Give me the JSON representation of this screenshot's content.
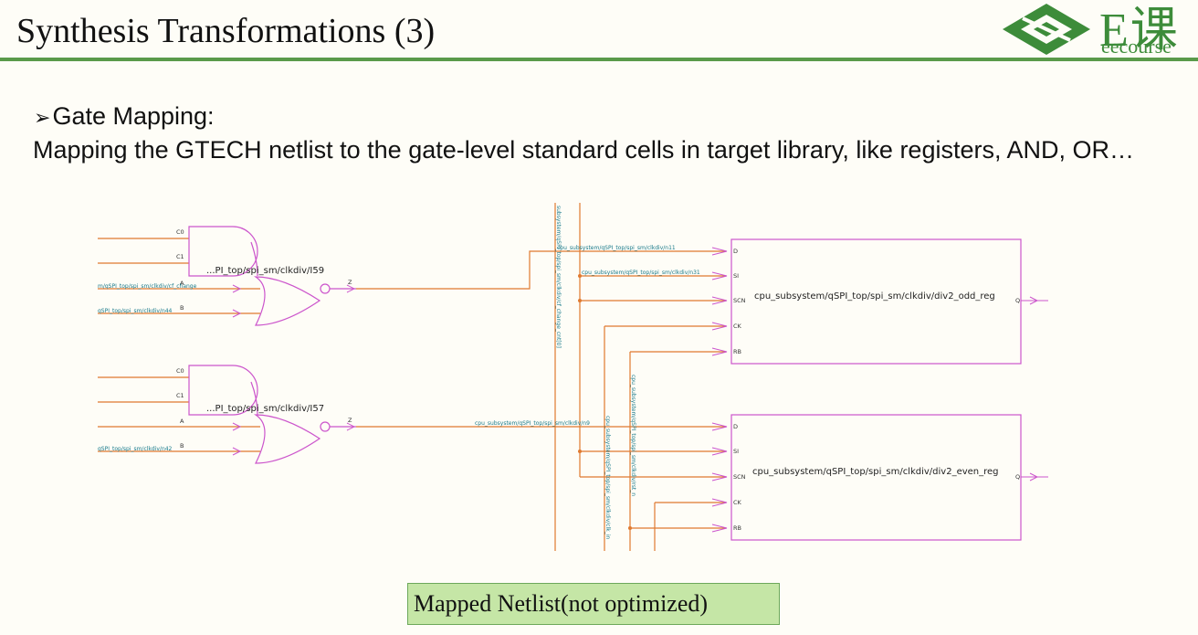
{
  "header": {
    "title": "Synthesis Transformations (3)",
    "logo_big": "E课",
    "logo_small": "eecourse"
  },
  "content": {
    "bullet": "Gate Mapping:",
    "description": "Mapping the GTECH netlist to the gate-level standard cells in target library, like registers, AND, OR…"
  },
  "schematic": {
    "gate1": {
      "name": "...PI_top/spi_sm/clkdiv/I59",
      "pins": [
        "C0",
        "C1",
        "A",
        "B",
        "Z"
      ],
      "input_nets": [
        "m/qSPI_top/spi_sm/clkdiv/cf_change",
        "qSPI_top/spi_sm/clkdiv/n44"
      ]
    },
    "gate2": {
      "name": "...PI_top/spi_sm/clkdiv/I57",
      "pins": [
        "C0",
        "C1",
        "A",
        "B",
        "Z"
      ],
      "input_nets": [
        "qSPI_top/spi_sm/clkdiv/n42"
      ]
    },
    "reg1": {
      "name": "cpu_subsystem/qSPI_top/spi_sm/clkdiv/div2_odd_reg",
      "pins": [
        "D",
        "SI",
        "SCN",
        "CK",
        "RB"
      ],
      "out_pin": "Q",
      "nets": [
        "cpu_subsystem/qSPI_top/spi_sm/clkdiv/n11",
        "cpu_subsystem/qSPI_top/spi_sm/clkdiv/n31"
      ]
    },
    "reg2": {
      "name": "cpu_subsystem/qSPI_top/spi_sm/clkdiv/div2_even_reg",
      "pins": [
        "D",
        "SI",
        "SCN",
        "CK",
        "RB"
      ],
      "out_pin": "Q",
      "nets": [
        "cpu_subsystem/qSPI_top/spi_sm/clkdiv/n9"
      ]
    },
    "vertical_nets": [
      "subsystem/qSPI_top/spi_sm/clkdiv/cf_change_cnt[0]",
      "cpu_subsystem/qSPI_top/spi_sm/clkdiv/clk_in",
      "cpu_subsystem/qSPI_top/spi_sm/clkdiv/rst_n"
    ]
  },
  "caption": "Mapped Netlist(not optimized)",
  "colors": {
    "accent": "#5a9a4a",
    "wire": "#e07a30",
    "cell": "#cc55cc",
    "netlabel": "#1a7a8a"
  }
}
